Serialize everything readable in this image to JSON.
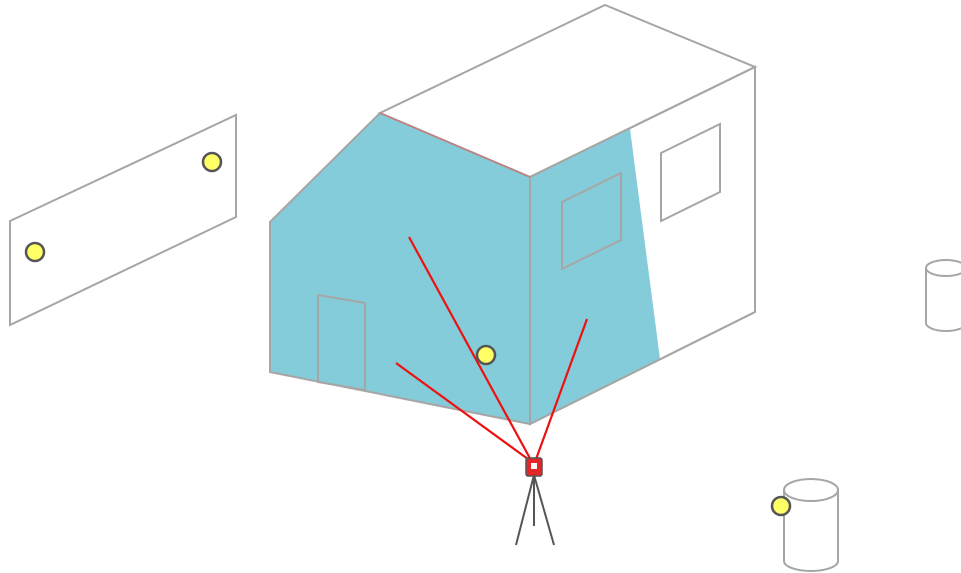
{
  "colors": {
    "background": "#ffffff",
    "outline": "#a6a6a6",
    "hidden_edge": "#a6a6a6",
    "scanned_fill": "#84ccd9",
    "laser_beam": "#ee1111",
    "scanner_body": "#e32626",
    "tripod": "#555555",
    "target_fill": "#ffff66",
    "target_stroke": "#555555"
  },
  "icons": {
    "scanner": "laser-scanner-icon",
    "tripod": "tripod-icon",
    "target": "target-marker-icon"
  },
  "scene": {
    "objects": [
      "house",
      "left-wall-panel",
      "cylinder-near",
      "cylinder-far",
      "scanner-on-tripod"
    ],
    "laser_beam_count": 3,
    "target_count": 4
  }
}
